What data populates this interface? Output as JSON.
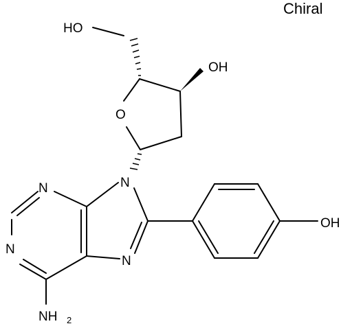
{
  "stereo_note": "Chiral",
  "atoms": {
    "ring_oxygen": "O",
    "hydroxymethyl": "HO",
    "ring_hydroxyl": "OH",
    "n9": "N",
    "n7": "N",
    "n3": "N",
    "n1": "N",
    "amine": "NH",
    "amine_subscript": "2",
    "phenol": "OH"
  },
  "colors": {
    "ink": "#000000",
    "background": "#ffffff"
  }
}
